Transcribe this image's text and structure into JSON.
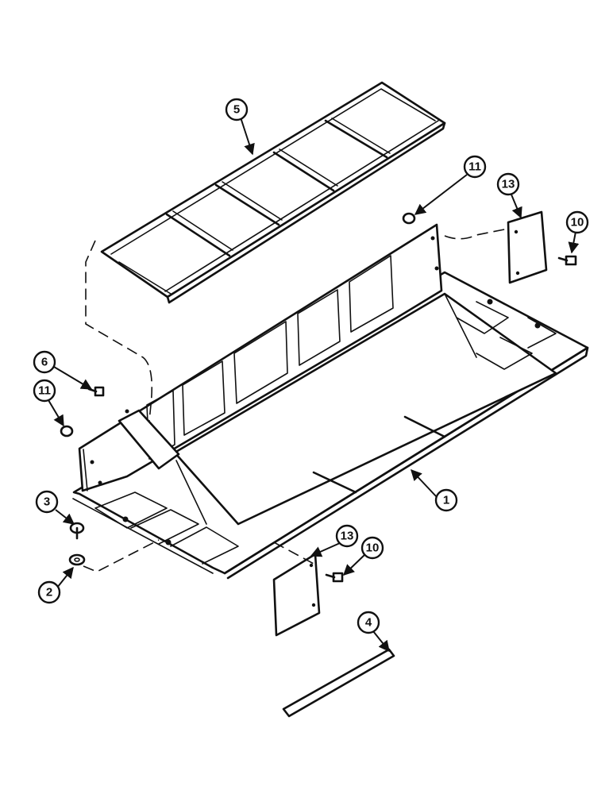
{
  "callouts": [
    {
      "id": "c5",
      "label": "5"
    },
    {
      "id": "c11a",
      "label": "11"
    },
    {
      "id": "c13a",
      "label": "13"
    },
    {
      "id": "c10a",
      "label": "10"
    },
    {
      "id": "c6",
      "label": "6"
    },
    {
      "id": "c11b",
      "label": "11"
    },
    {
      "id": "c1",
      "label": "1"
    },
    {
      "id": "c3",
      "label": "3"
    },
    {
      "id": "c2",
      "label": "2"
    },
    {
      "id": "c13b",
      "label": "13"
    },
    {
      "id": "c10b",
      "label": "10"
    },
    {
      "id": "c4",
      "label": "4"
    }
  ]
}
